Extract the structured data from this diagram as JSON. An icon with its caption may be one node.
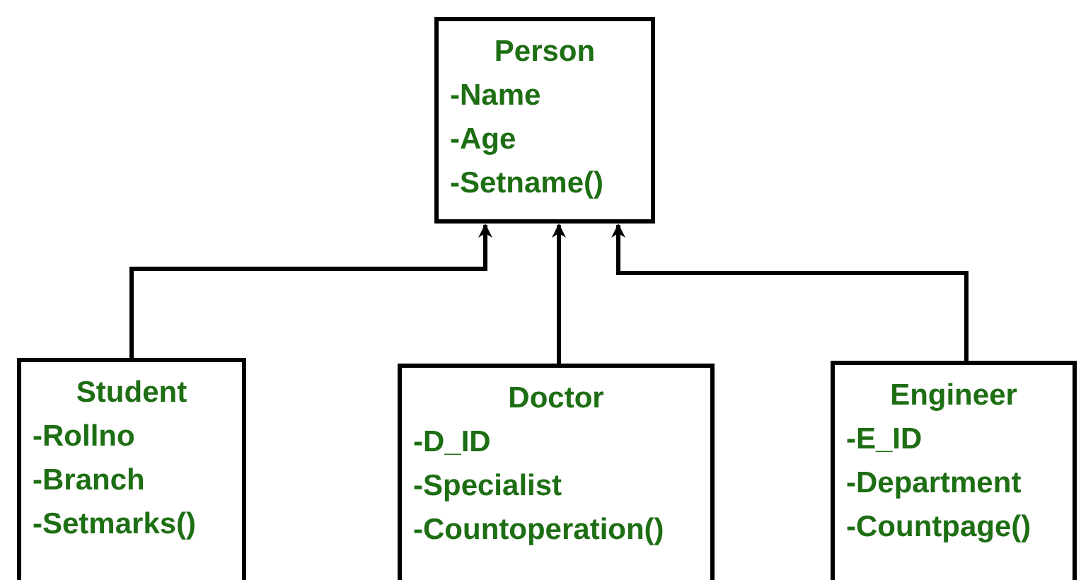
{
  "diagram": {
    "nodes": [
      {
        "text": [
          "Person",
          "-Name",
          "-Age",
          "-Setname()"
        ]
      },
      {
        "text": [
          "Student",
          "-Rollno",
          "-Branch",
          "-Setmarks()"
        ]
      },
      {
        "text": [
          "Doctor",
          "-D_ID",
          "-Specialist",
          "-Countoperation()"
        ]
      },
      {
        "text": [
          "Engineer",
          "-E_ID",
          "-Department",
          "-Countpage()"
        ]
      }
    ],
    "edges": [
      {
        "from": 1,
        "to": 0,
        "arrow": "to"
      },
      {
        "from": 2,
        "to": 0,
        "arrow": "to"
      },
      {
        "from": 3,
        "to": 0,
        "arrow": "to"
      }
    ]
  }
}
